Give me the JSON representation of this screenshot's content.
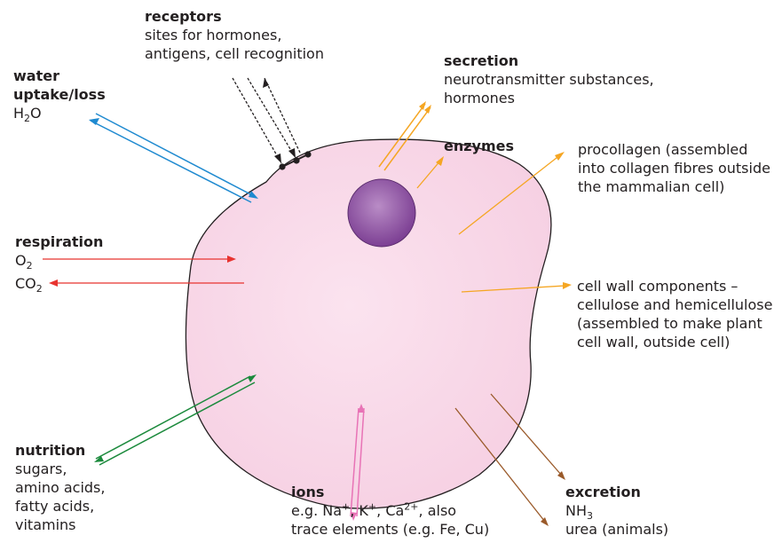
{
  "receptors": {
    "title": "receptors",
    "lines": [
      "sites for hormones,",
      "antigens, cell recognition"
    ]
  },
  "water": {
    "title_1": "water",
    "title_2": "uptake/loss",
    "formula": [
      "H",
      "2",
      "O"
    ]
  },
  "secretion": {
    "title": "secretion",
    "lines": [
      "neurotransmitter substances,",
      "hormones"
    ]
  },
  "enzymes": {
    "title": "enzymes"
  },
  "procollagen": {
    "lines": [
      "procollagen (assembled",
      "into collagen fibres outside",
      "the mammalian cell)"
    ]
  },
  "respiration": {
    "title": "respiration",
    "o2": [
      "O",
      "2"
    ],
    "co2": [
      "CO",
      "2"
    ]
  },
  "cell_wall": {
    "lines": [
      "cell wall components –",
      "cellulose and hemicellulose",
      "(assembled to make plant",
      "cell wall, outside cell)"
    ]
  },
  "nutrition": {
    "title": "nutrition",
    "lines": [
      "sugars,",
      "amino acids,",
      "fatty acids,",
      "vitamins"
    ]
  },
  "ions": {
    "title": "ions",
    "line1": [
      "e.g. Na",
      "+",
      ", K",
      "+",
      ", Ca",
      "2+",
      ", also"
    ],
    "line2": "trace elements (e.g. Fe, Cu)"
  },
  "excretion": {
    "title": "excretion",
    "nh3": [
      "NH",
      "3"
    ],
    "urea": "urea (animals)"
  },
  "colors": {
    "cell_fill": "#f9d7e9",
    "cell_stroke": "#231f20",
    "nucleus": "#8a4f9e",
    "water": "#1f8ad0",
    "respiration": "#e8332f",
    "nutrition": "#1b8a3c",
    "orange": "#f5a623",
    "ions": "#e873b6",
    "excretion": "#9a5a2a",
    "receptor": "#231f20"
  }
}
